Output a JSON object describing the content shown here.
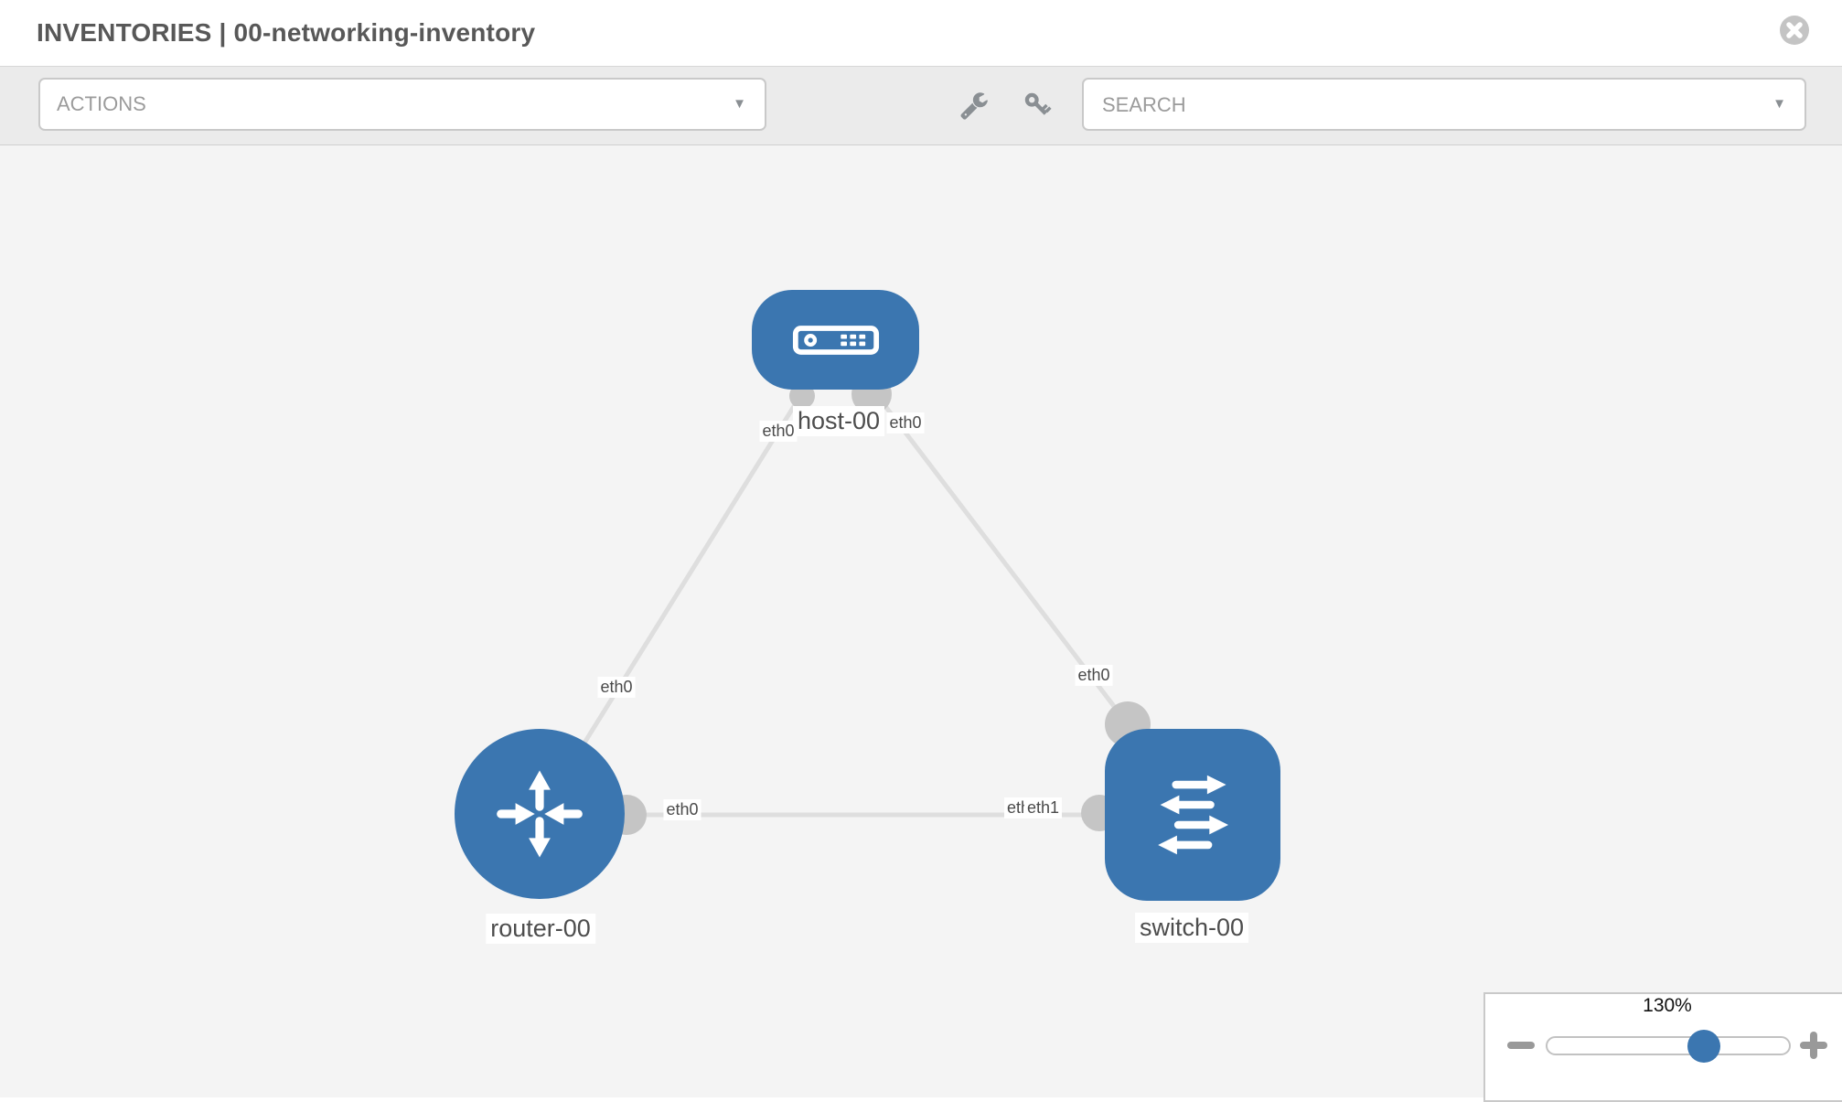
{
  "header": {
    "title": "INVENTORIES | 00-networking-inventory"
  },
  "toolbar": {
    "actions_label": "ACTIONS",
    "search_placeholder": "SEARCH",
    "chevron_glyph": "▼"
  },
  "topology": {
    "nodes": {
      "host": {
        "label": "host-00",
        "type": "host"
      },
      "router": {
        "label": "router-00",
        "type": "router"
      },
      "switch": {
        "label": "switch-00",
        "type": "switch"
      }
    },
    "interfaces": {
      "rh_router": "eth0",
      "rh_host": "eth0",
      "hs_host": "eth0",
      "hs_switch": "eth0",
      "rs_router": "eth0",
      "rs_switch_under": "eth0",
      "rs_switch_over": "eth1"
    }
  },
  "zoom": {
    "value": "130%"
  },
  "colors": {
    "node_blue": "#3b76b0",
    "link_gray": "#dedede",
    "port_gray": "#c5c5c5",
    "toolbar_bg": "#ebebeb",
    "canvas_bg": "#f4f4f4"
  }
}
